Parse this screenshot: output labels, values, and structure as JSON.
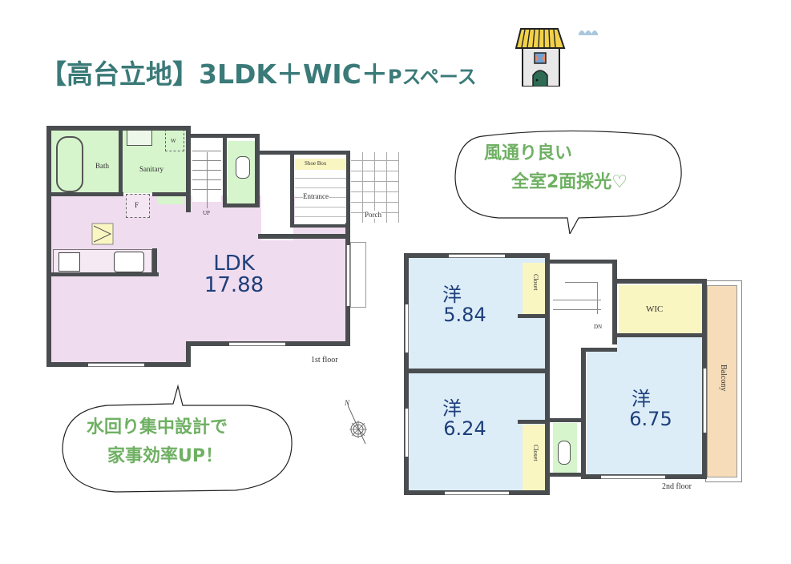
{
  "header": {
    "title_main": "【高台立地】3LDK＋WIC＋",
    "title_small": "Pスペース"
  },
  "colors": {
    "title": "#3a7a78",
    "wet_area": "#d6f5cc",
    "ldk": "#f0dcef",
    "bedroom": "#dcedf8",
    "storage": "#faf6c2",
    "balcony": "#f7dcb9",
    "wall": "#4a4d4f",
    "area_text": "#1e3f7a",
    "bubble_text": "#6fb063"
  },
  "first_floor": {
    "label": "1st floor",
    "rooms": {
      "bath": "Bath",
      "sanitary": "Sanitary",
      "washer": "W",
      "fridge": "F",
      "stairs": "UP",
      "shoe_box": "Shoe Box",
      "entrance": "Entrance",
      "porch": "Porch",
      "ldk_name": "LDK",
      "ldk_area": "17.88"
    }
  },
  "second_floor": {
    "label": "2nd floor",
    "rooms": {
      "bed1_name": "洋",
      "bed1_area": "5.84",
      "bed2_name": "洋",
      "bed2_area": "6.24",
      "bed3_name": "洋",
      "bed3_area": "6.75",
      "closet1": "Closet",
      "closet2": "Closet",
      "wic": "WIC",
      "balcony": "Balcony",
      "stairs": "DN"
    }
  },
  "compass": {
    "label": "N"
  },
  "bubbles": {
    "top_right": {
      "line1": "風通り良い",
      "line2": "全室2面採光♡"
    },
    "bottom_left": {
      "line1": "水回り集中設計で",
      "line2": "家事効率UP！"
    }
  }
}
